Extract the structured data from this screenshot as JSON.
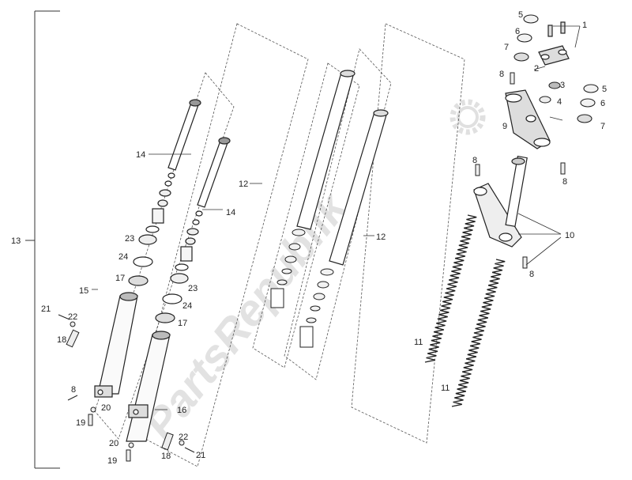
{
  "diagram": {
    "watermark": "PartsRepublik",
    "callouts": {
      "c1": "1",
      "c2": "2",
      "c3": "3",
      "c4": "4",
      "c5a": "5",
      "c5b": "5",
      "c6a": "6",
      "c6b": "6",
      "c7a": "7",
      "c7b": "7",
      "c8a": "8",
      "c8b": "8",
      "c8c": "8",
      "c8d": "8",
      "c8e": "8",
      "c9": "9",
      "c10": "10",
      "c11a": "11",
      "c11b": "11",
      "c12a": "12",
      "c12b": "12",
      "c13": "13",
      "c14a": "14",
      "c14b": "14",
      "c15": "15",
      "c16": "16",
      "c17a": "17",
      "c17b": "17",
      "c18a": "18",
      "c18b": "18",
      "c19a": "19",
      "c19b": "19",
      "c20a": "20",
      "c20b": "20",
      "c21a": "21",
      "c21b": "21",
      "c22a": "22",
      "c22b": "22",
      "c23a": "23",
      "c23b": "23",
      "c24a": "24",
      "c24b": "24"
    }
  }
}
